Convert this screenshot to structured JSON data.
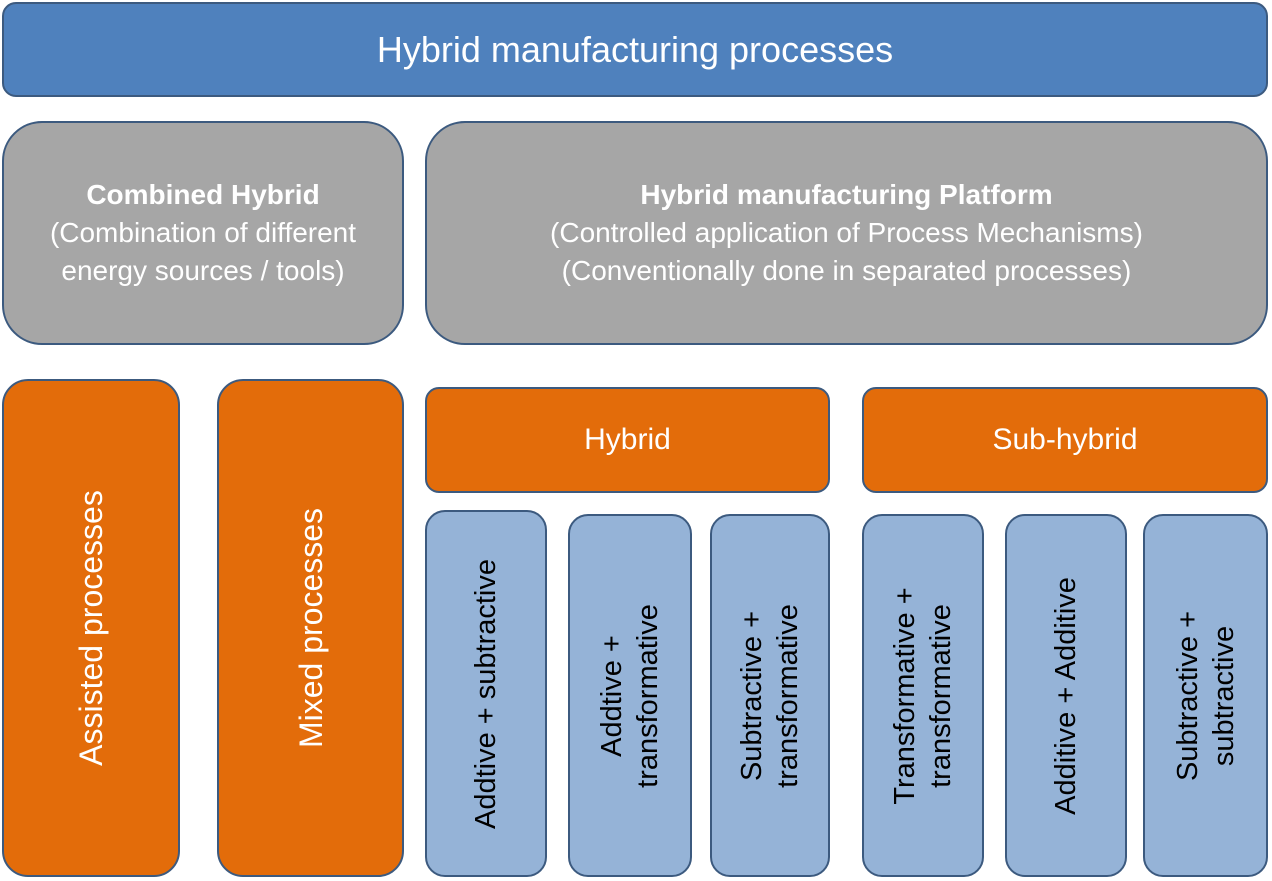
{
  "top": {
    "title": "Hybrid manufacturing processes"
  },
  "combined": {
    "title": "Combined Hybrid",
    "line1": "(Combination of different",
    "line2": "energy sources / tools)"
  },
  "platform": {
    "title": "Hybrid manufacturing Platform",
    "line1": "(Controlled application of Process Mechanisms)",
    "line2": "(Conventionally done in separated processes)"
  },
  "assisted": {
    "label": "Assisted processes"
  },
  "mixed": {
    "label": "Mixed processes"
  },
  "hybrid": {
    "label": "Hybrid"
  },
  "subhybrid": {
    "label": "Sub-hybrid"
  },
  "hybrid_items": [
    {
      "line1": "Addtive + subtractive"
    },
    {
      "line1": "Addtive +",
      "line2": "transformative"
    },
    {
      "line1": "Subtractive +",
      "line2": "transformative"
    }
  ],
  "subhybrid_items": [
    {
      "line1": "Transformative +",
      "line2": "transformative"
    },
    {
      "line1": "Additive + Additive"
    },
    {
      "line1": "Subtractive +",
      "line2": "subtractive"
    }
  ],
  "colors": {
    "header_blue": "#4f81bd",
    "gray": "#a6a6a6",
    "orange": "#e36c0a",
    "light_blue": "#95b3d7",
    "border": "#3c5a7f"
  }
}
